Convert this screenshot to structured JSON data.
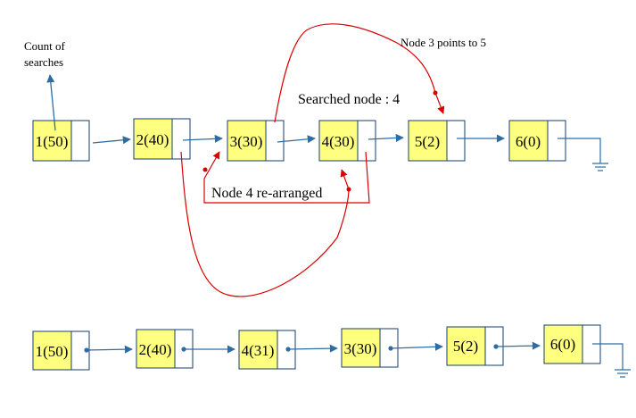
{
  "annotations": {
    "count_of": "Count of",
    "searches": "searches",
    "node3_points": "Node 3 points to 5",
    "searched_node": "Searched node : 4",
    "node4_rearranged": "Node 4 re-arranged"
  },
  "top_list": [
    {
      "label": "1(50)"
    },
    {
      "label": "2(40)"
    },
    {
      "label": "3(30)"
    },
    {
      "label": "4(30)"
    },
    {
      "label": "5(2)"
    },
    {
      "label": "6(0)"
    }
  ],
  "bottom_list": [
    {
      "label": "1(50)"
    },
    {
      "label": "2(40)"
    },
    {
      "label": "4(31)"
    },
    {
      "label": "3(30)"
    },
    {
      "label": "5(2)"
    },
    {
      "label": "6(0)"
    }
  ],
  "colors": {
    "node_fill": "#ffff7f",
    "pointer_fill": "#ffffff",
    "border": "#1a3d6e",
    "arrow": "#2e6da4",
    "highlight": "#d90000"
  }
}
